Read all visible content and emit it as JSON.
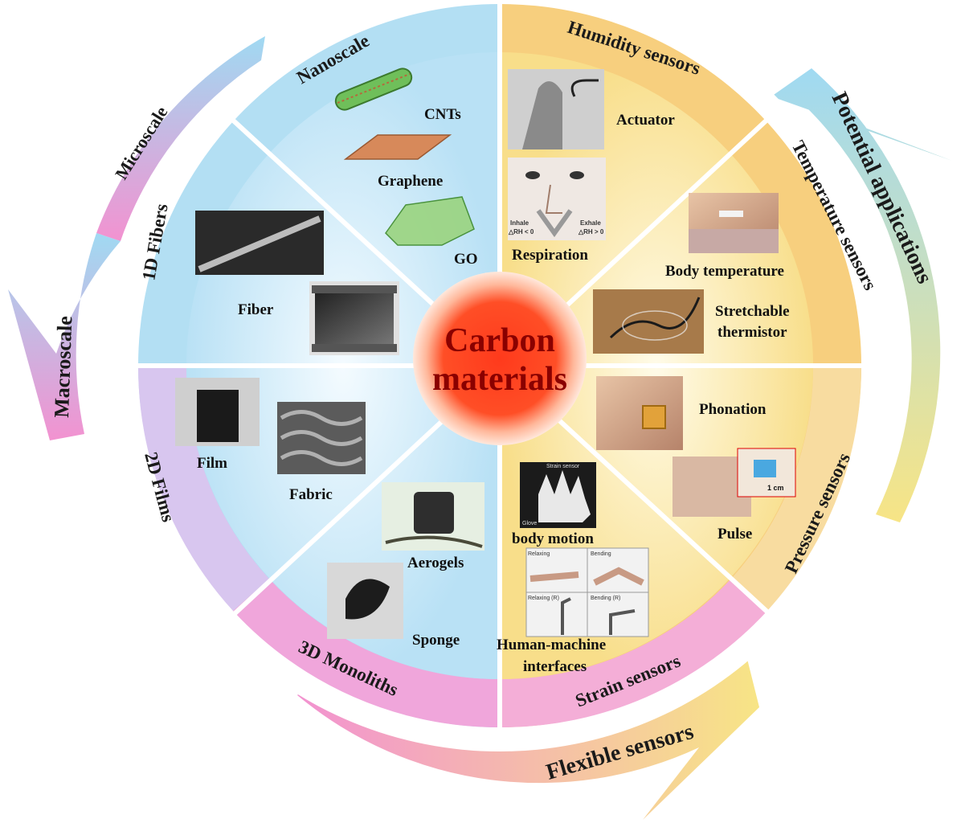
{
  "center": {
    "line1": "Carbon",
    "line2": "materials"
  },
  "outer_arrows": {
    "microscale": "Microscale",
    "macroscale": "Macroscale",
    "potential_applications": "Potential applications",
    "flexible_sensors": "Flexible sensors"
  },
  "ring_labels": {
    "nanoscale": "Nanoscale",
    "fibers_1d": "1D Fibers",
    "films_2d": "2D Films",
    "monoliths_3d": "3D Monoliths",
    "humidity_sensors": "Humidity sensors",
    "temperature_sensors": "Temperature sensors",
    "pressure_sensors": "Pressure sensors",
    "strain_sensors": "Strain sensors"
  },
  "items": {
    "cnts": "CNTs",
    "graphene": "Graphene",
    "go": "GO",
    "fiber": "Fiber",
    "film": "Film",
    "fabric": "Fabric",
    "aerogels": "Aerogels",
    "sponge": "Sponge",
    "actuator": "Actuator",
    "respiration": "Respiration",
    "body_temperature": "Body temperature",
    "stretchable_line1": "Stretchable",
    "stretchable_line2": "thermistor",
    "phonation": "Phonation",
    "pulse": "Pulse",
    "body_motion": "body motion",
    "hmi_line1": "Human-machine",
    "hmi_line2": "interfaces"
  },
  "image_text": {
    "inhale": "Inhale",
    "inhale_rh": "△RH < 0",
    "exhale": "Exhale",
    "exhale_rh": "△RH > 0",
    "strain_sensor": "Strain sensor",
    "glove": "Glove",
    "scale_bar": "1 cm",
    "relaxing": "Relaxing",
    "bending": "Bending",
    "relaxing_r": "Relaxing (R)",
    "bending_r": "Bending (R)"
  },
  "colors": {
    "materials_half": "#cfe8f6",
    "sensors_half": "#fbe9a8",
    "ring_blue": "#a9dcf2",
    "ring_pink": "#ef9fd6",
    "ring_orange": "#f7c266",
    "core_red": "#e02a10"
  }
}
